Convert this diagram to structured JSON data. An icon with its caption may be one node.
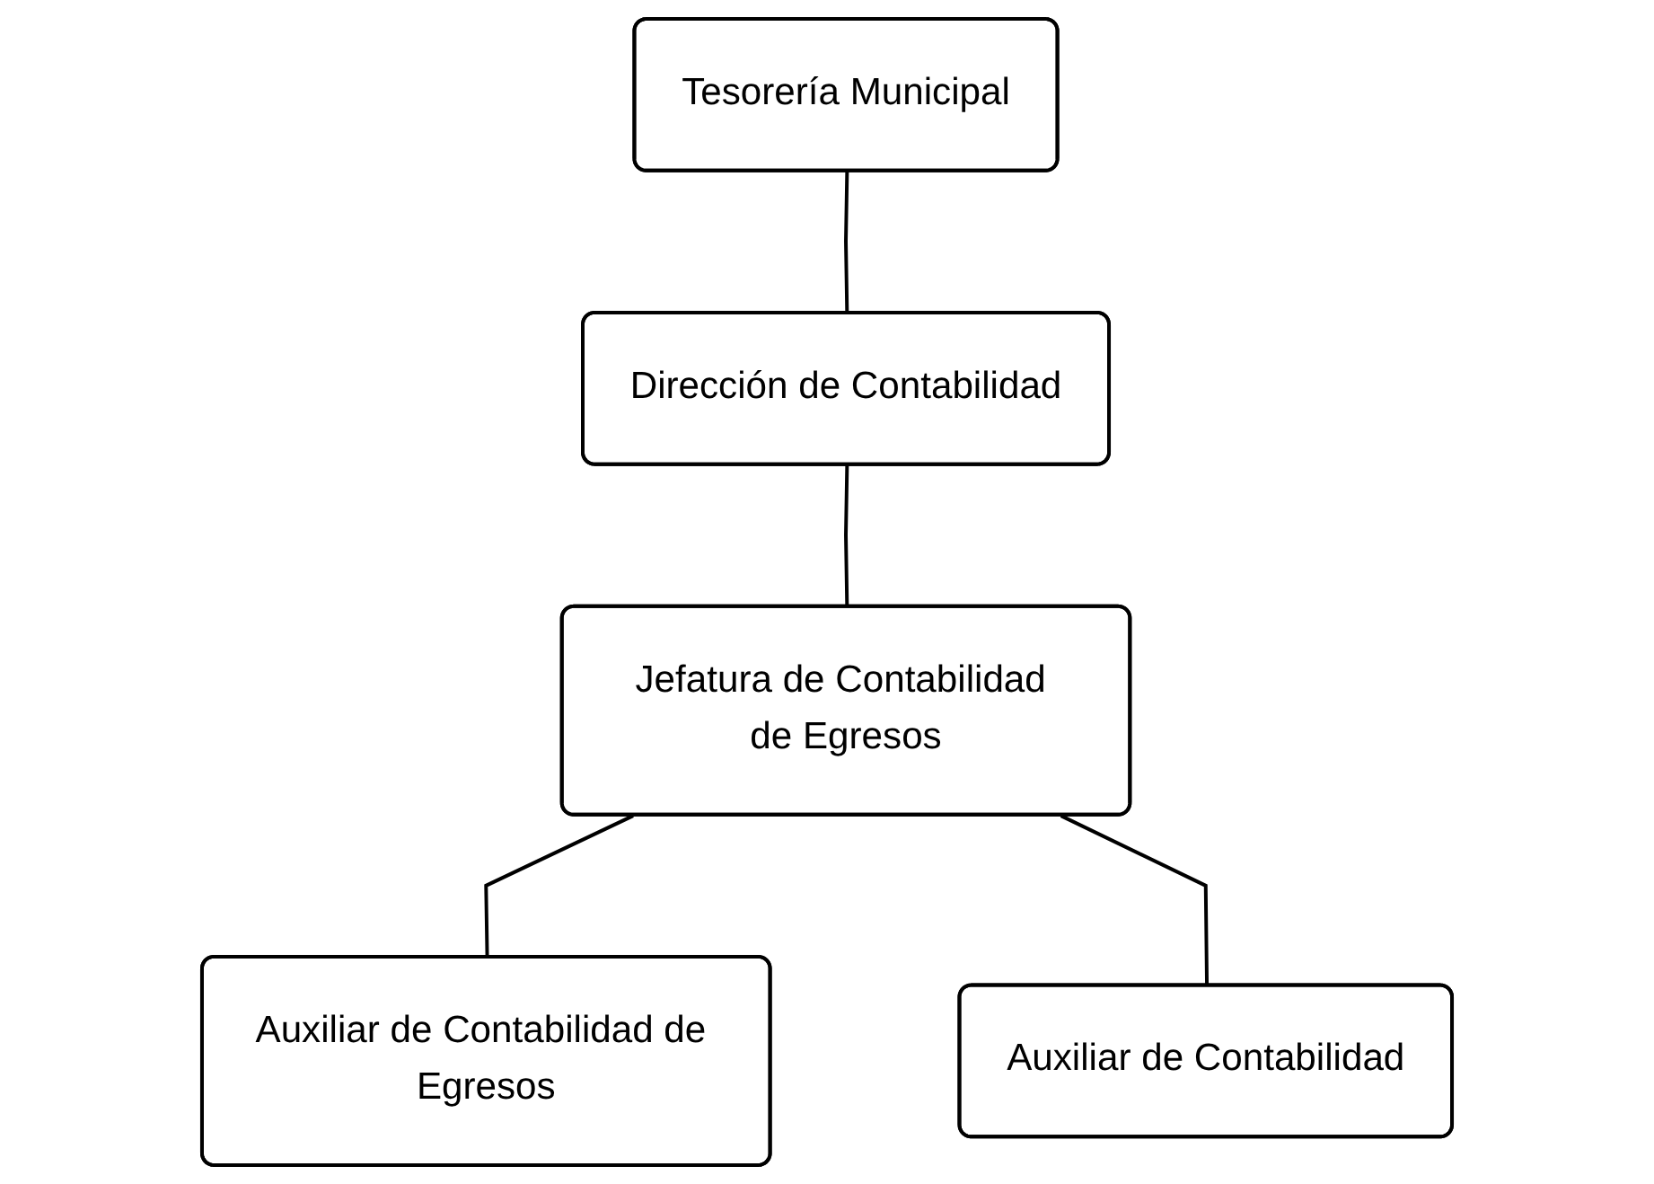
{
  "diagram": {
    "nodes": [
      {
        "text": [
          "Tesorería Municipal"
        ]
      },
      {
        "text": [
          "Dirección de Contabilidad"
        ]
      },
      {
        "text": [
          "Jefatura de Contabilidad de Egresos"
        ]
      },
      {
        "text": [
          "Auxiliar de Contabilidad de Egresos"
        ]
      },
      {
        "text": [
          "Auxiliar de Contabilidad"
        ]
      }
    ],
    "edges": [
      {
        "from": 0,
        "to": 1,
        "arrow": "none"
      },
      {
        "from": 1,
        "to": 2,
        "arrow": "none"
      },
      {
        "from": 2,
        "to": 3,
        "arrow": "none"
      },
      {
        "from": 2,
        "to": 4,
        "arrow": "none"
      }
    ]
  }
}
